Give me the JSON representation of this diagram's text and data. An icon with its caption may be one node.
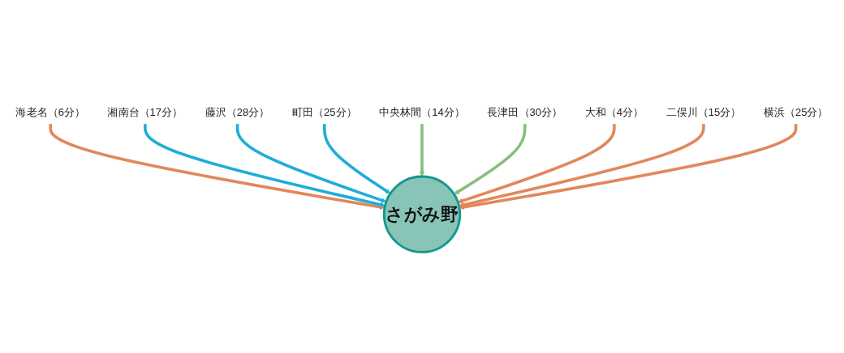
{
  "diagram": {
    "nodes": [
      {
        "text": [
          "海老名（6分）"
        ]
      },
      {
        "text": [
          "湘南台（17分）"
        ]
      },
      {
        "text": [
          "藤沢（28分）"
        ]
      },
      {
        "text": [
          "さがみ野"
        ]
      },
      {
        "text": [
          "町田（25分）"
        ]
      },
      {
        "text": [
          "中央林間（14分）"
        ]
      },
      {
        "text": [
          "長津田（30分）"
        ]
      },
      {
        "text": [
          "大和（4分）"
        ]
      },
      {
        "text": [
          "二俣川（15分）"
        ]
      },
      {
        "text": [
          "横浜（25分）"
        ]
      }
    ],
    "edges": [
      {
        "from": 0,
        "to": 3,
        "arrow": "to",
        "color": "#e2875a"
      },
      {
        "from": 1,
        "to": 3,
        "arrow": "to",
        "color": "#1fadd8"
      },
      {
        "from": 2,
        "to": 3,
        "arrow": "to",
        "color": "#1fadd8"
      },
      {
        "from": 4,
        "to": 3,
        "arrow": "to",
        "color": "#1fadd8"
      },
      {
        "from": 5,
        "to": 3,
        "arrow": "to",
        "color": "#86bf7c"
      },
      {
        "from": 6,
        "to": 3,
        "arrow": "to",
        "color": "#86bf7c"
      },
      {
        "from": 7,
        "to": 3,
        "arrow": "to",
        "color": "#e2875a"
      },
      {
        "from": 8,
        "to": 3,
        "arrow": "to",
        "color": "#e2875a"
      },
      {
        "from": 9,
        "to": 3,
        "arrow": "to",
        "color": "#e2875a"
      }
    ]
  }
}
